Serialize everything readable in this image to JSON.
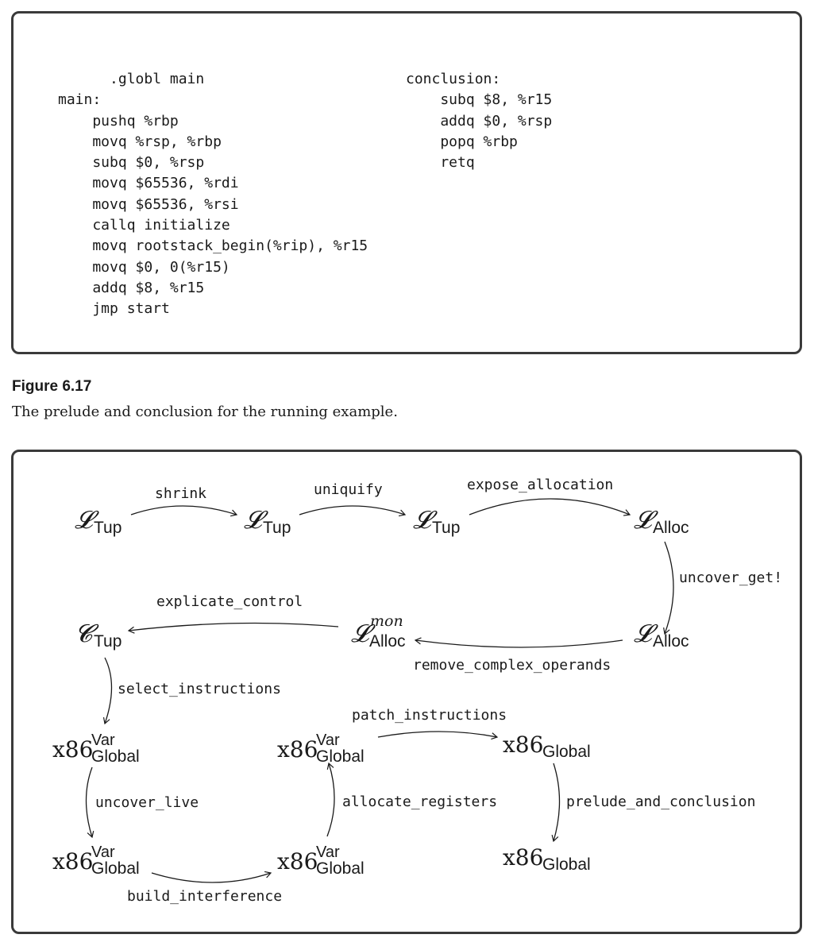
{
  "code": {
    "left_lines": [
      "      .globl main",
      "main:",
      "    pushq %rbp",
      "    movq %rsp, %rbp",
      "    subq $0, %rsp",
      "    movq $65536, %rdi",
      "    movq $65536, %rsi",
      "    callq initialize",
      "    movq rootstack_begin(%rip), %r15",
      "    movq $0, 0(%r15)",
      "    addq $8, %r15",
      "    jmp start"
    ],
    "right_lines": [
      "conclusion:",
      "    subq $8, %r15",
      "    addq $0, %rsp",
      "    popq %rbp",
      "    retq"
    ]
  },
  "caption": {
    "label": "Figure 6.17",
    "text": "The prelude and conclusion for the running example."
  },
  "diagram": {
    "nodes": {
      "l_tup_1": {
        "base": "𝓛",
        "sub": "Tup"
      },
      "l_tup_2": {
        "base": "𝓛",
        "sub": "Tup"
      },
      "l_tup_3": {
        "base": "𝓛",
        "sub": "Tup"
      },
      "l_alloc_1": {
        "base": "𝓛",
        "sub": "Alloc"
      },
      "l_alloc_2": {
        "base": "𝓛",
        "sub": "Alloc"
      },
      "l_alloc_mon": {
        "base": "𝓛",
        "sup": "mon",
        "sub": "Alloc"
      },
      "c_tup": {
        "base": "𝓒",
        "sub": "Tup"
      },
      "x86_var_1": {
        "base": "x86",
        "sup": "Var",
        "sub": "Global"
      },
      "x86_var_2": {
        "base": "x86",
        "sup": "Var",
        "sub": "Global"
      },
      "x86_var_3": {
        "base": "x86",
        "sup": "Var",
        "sub": "Global"
      },
      "x86_var_4": {
        "base": "x86",
        "sup": "Var",
        "sub": "Global"
      },
      "x86_global_1": {
        "base": "x86",
        "sub": "Global"
      },
      "x86_global_2": {
        "base": "x86",
        "sub": "Global"
      }
    },
    "edges": {
      "shrink": "shrink",
      "uniquify": "uniquify",
      "expose_allocation": "expose_allocation",
      "uncover_get": "uncover_get!",
      "remove_complex_operands": "remove_complex_operands",
      "explicate_control": "explicate_control",
      "select_instructions": "select_instructions",
      "uncover_live": "uncover_live",
      "build_interference": "build_interference",
      "allocate_registers": "allocate_registers",
      "patch_instructions": "patch_instructions",
      "prelude_and_conclusion": "prelude_and_conclusion"
    }
  }
}
